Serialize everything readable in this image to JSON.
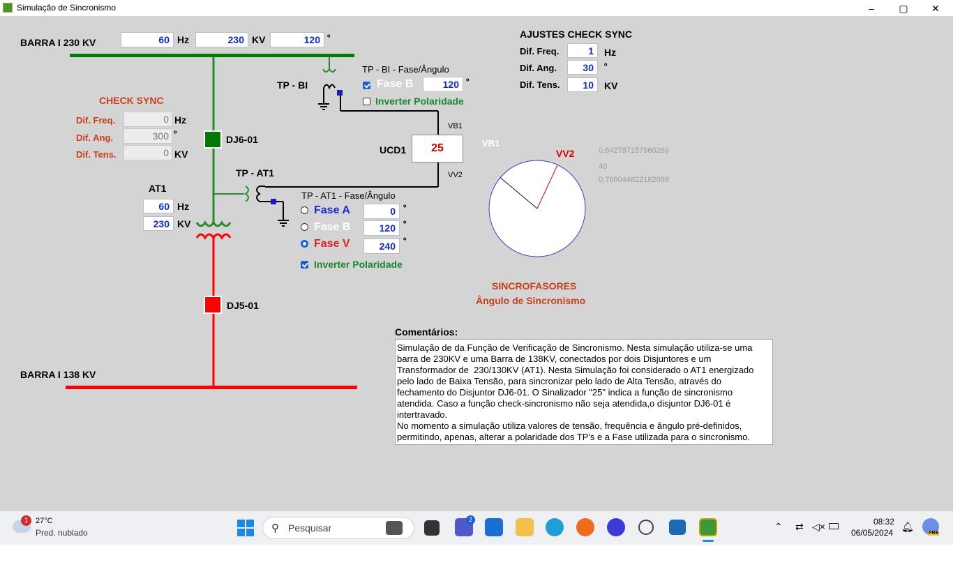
{
  "window": {
    "title": "Simulação de Sincronismo",
    "controls": [
      "–",
      "▢",
      "✕"
    ]
  },
  "barra_230": {
    "label": "BARRA I 230 KV",
    "hz": "60",
    "hz_unit": "Hz",
    "kv": "230",
    "kv_unit": "KV",
    "angle": "120",
    "angle_unit": "º"
  },
  "barra_138": {
    "label": "BARRA I 138 KV"
  },
  "ajustes": {
    "title": "AJUSTES CHECK SYNC",
    "freq_label": "Dif. Freq.",
    "freq_value": "1",
    "freq_unit": "Hz",
    "ang_label": "Dif. Ang.",
    "ang_value": "30",
    "ang_unit": "º",
    "tens_label": "Dif. Tens.",
    "tens_value": "10",
    "tens_unit": "KV"
  },
  "check_sync": {
    "title": "CHECK SYNC",
    "freq_label": "Dif. Freq.",
    "freq_value": "0",
    "freq_unit": "Hz",
    "ang_label": "Dif. Ang.",
    "ang_value": "300",
    "ang_unit": "º",
    "tens_label": "Dif. Tens.",
    "tens_value": "0",
    "tens_unit": "KV"
  },
  "tp_bi": {
    "label": "TP - BI",
    "title": "TP - BI - Fase/Ângulo",
    "phase_label": "Fase B",
    "phase_checked": true,
    "angle": "120",
    "angle_unit": "º",
    "invert_label": "Inverter Polaridade",
    "invert_checked": false
  },
  "breaker_dj6": {
    "label": "DJ6-01",
    "color": "#007a00"
  },
  "breaker_dj5": {
    "label": "DJ5-01",
    "color": "#ff0000"
  },
  "ucd": {
    "label": "UCD1",
    "value": "25",
    "in_top": "VB1",
    "in_bottom": "VV2"
  },
  "tp_at1": {
    "label": "TP - AT1",
    "title": "TP - AT1 - Fase/Ângulo",
    "phases": [
      {
        "label": "Fase A",
        "angle": "0",
        "selected": false,
        "color": "#1a2ad8"
      },
      {
        "label": "Fase B",
        "angle": "120",
        "selected": false,
        "color": "#ffffff"
      },
      {
        "label": "Fase V",
        "angle": "240",
        "selected": true,
        "color": "#e02020"
      }
    ],
    "angle_unit": "º",
    "invert_label": "Inverter Polaridade",
    "invert_checked": true
  },
  "at1": {
    "label": "AT1",
    "hz": "60",
    "hz_unit": "Hz",
    "kv": "230",
    "kv_unit": "KV"
  },
  "phasor": {
    "label_vb1": "VB1",
    "label_vv2": "VV2",
    "readout": [
      "0,642787157960269",
      "40",
      "0,766044822162098"
    ],
    "vb1_angle_deg": 140,
    "vv2_angle_deg": 65,
    "title": "SINCROFASORES",
    "subtitle": "Ângulo de Sincronismo"
  },
  "comments": {
    "title": "Comentários:",
    "text": "Simulação de da Função de Verificação de Sincronismo. Nesta simulação utiliza-se uma barra de 230KV e uma Barra de 138KV, conectados por dois Disjuntores e um Transformador de  230/130KV (AT1). Nesta Simulação foi considerado o AT1 energizado pelo lado de Baixa Tensão, para sincronizar pelo lado de Alta Tensão, através do fechamento do Disjuntor DJ6-01. O Sinalizador \"25\" indica a função de sincronismo atendida. Caso a função check-sincronismo não seja atendida,o disjuntor DJ6-01 é intertravado.\nNo momento a simulação utiliza valores de tensão, frequência e ângulo pré-definidos, permitindo, apenas, alterar a polaridade dos TP's e a Fase utilizada para o sincronismo."
  },
  "taskbar": {
    "weather_temp": "27°C",
    "weather_desc": "Pred. nublado",
    "weather_badge": "1",
    "search_placeholder": "Pesquisar",
    "teams_badge": "2",
    "time": "08:32",
    "date": "06/05/2024",
    "copilot_badge": "PRE"
  }
}
